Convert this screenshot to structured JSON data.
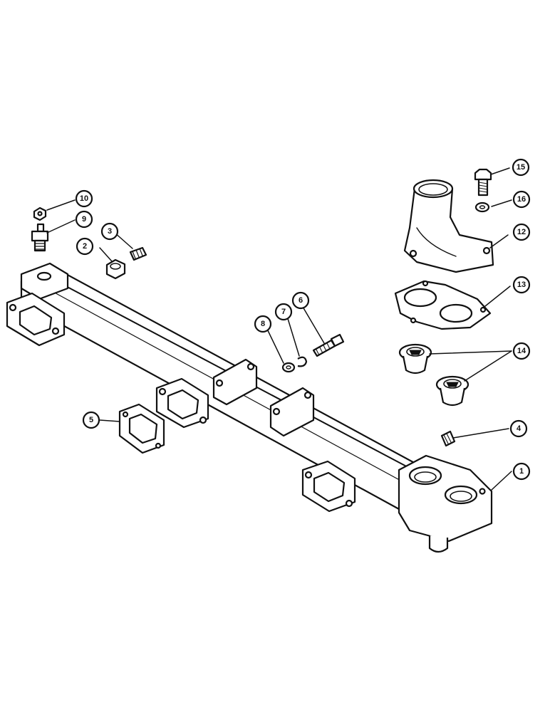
{
  "callouts": [
    {
      "id": "1",
      "label": "1",
      "part": "manifold"
    },
    {
      "id": "2",
      "label": "2",
      "part": "fitting"
    },
    {
      "id": "3",
      "label": "3",
      "part": "plug"
    },
    {
      "id": "4",
      "label": "4",
      "part": "pipe-plug"
    },
    {
      "id": "5",
      "label": "5",
      "part": "gasket"
    },
    {
      "id": "6",
      "label": "6",
      "part": "bolt"
    },
    {
      "id": "7",
      "label": "7",
      "part": "lock-washer"
    },
    {
      "id": "8",
      "label": "8",
      "part": "washer"
    },
    {
      "id": "9",
      "label": "9",
      "part": "sender"
    },
    {
      "id": "10",
      "label": "10",
      "part": "nut"
    },
    {
      "id": "12",
      "label": "12",
      "part": "outlet-housing"
    },
    {
      "id": "13",
      "label": "13",
      "part": "gasket"
    },
    {
      "id": "14",
      "label": "14",
      "part": "thermostat"
    },
    {
      "id": "15",
      "label": "15",
      "part": "bolt"
    },
    {
      "id": "16",
      "label": "16",
      "part": "lock-washer"
    }
  ]
}
